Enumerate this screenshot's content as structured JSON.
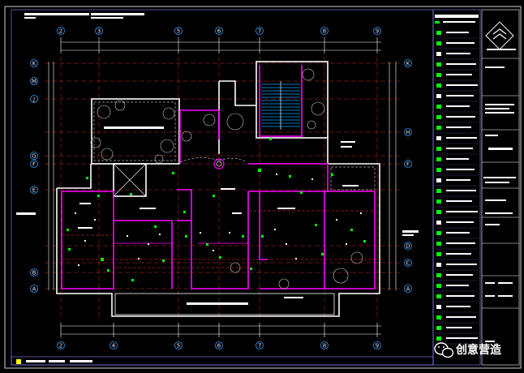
{
  "grid": {
    "top_columns": [
      "2",
      "3",
      "5",
      "6",
      "7",
      "8",
      "9"
    ],
    "bottom_columns": [
      "2",
      "4",
      "5",
      "6",
      "7",
      "8",
      "9"
    ],
    "left_rows": [
      "K",
      "J",
      "G",
      "F",
      "E",
      "B",
      "A"
    ],
    "left_row_M": "M",
    "right_rows": [
      "K",
      "H",
      "F",
      "D",
      "C",
      "A"
    ]
  },
  "title_block": {
    "watermark_text": "创意营造"
  },
  "colors": {
    "background": "#000000",
    "wall": "#ffffff",
    "accent_magenta": "#ff00ff",
    "fixture_green": "#00ff00",
    "axis_blue": "#3399ff",
    "dimension_red": "#ff3030",
    "label_white": "#ffffff"
  },
  "icons": [
    "wechat-icon",
    "company-logo-icon"
  ]
}
